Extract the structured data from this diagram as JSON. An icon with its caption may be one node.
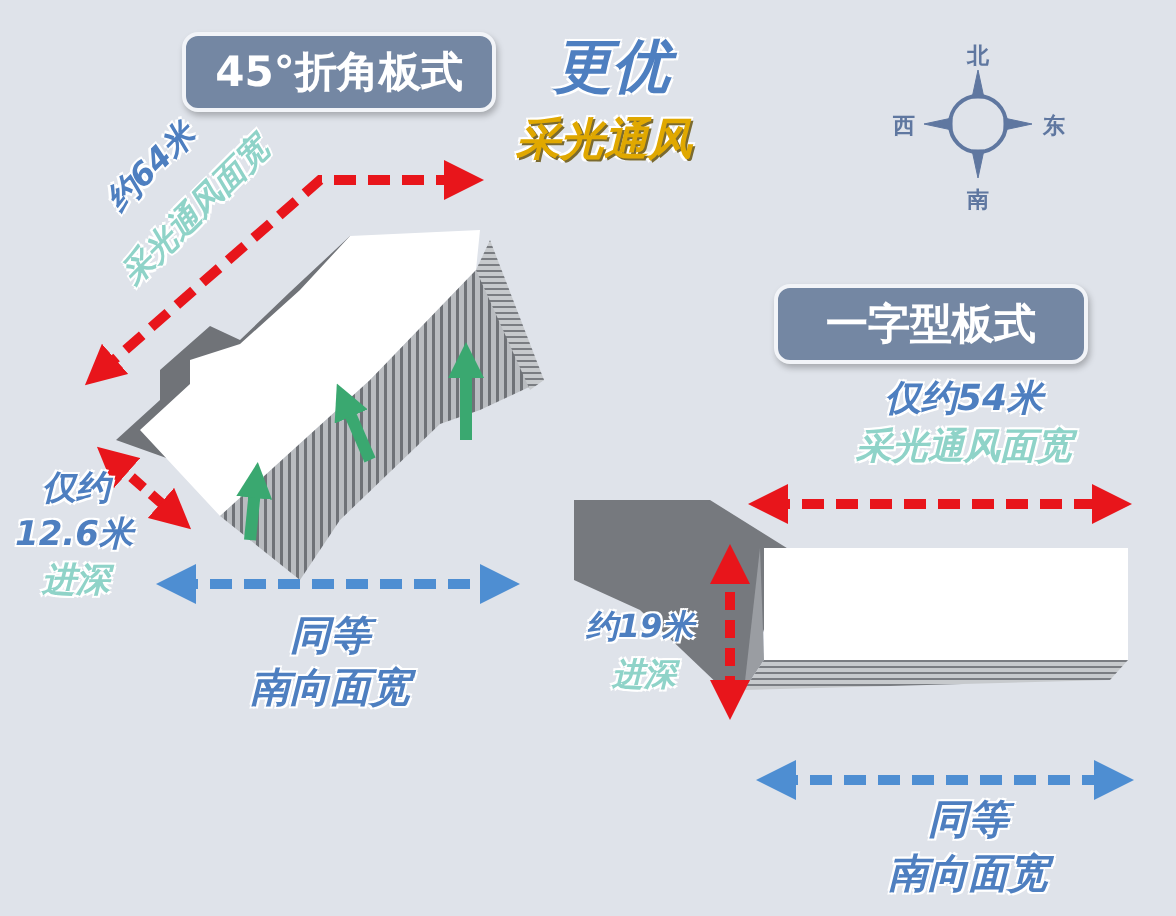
{
  "diagram": {
    "nodes": [
      {
        "text": [
          "45°折角板式"
        ]
      },
      {
        "text": [
          "一字型板式"
        ]
      }
    ],
    "labels": [
      "更优",
      "采光通风",
      "北",
      "西",
      "东",
      "南",
      "约64米",
      "采光通风面宽",
      "仅约",
      "12.6米",
      "进深",
      "同等",
      "南向面宽",
      "仅约54米",
      "采光通风面宽",
      "约19米",
      "进深",
      "同等",
      "南向面宽"
    ]
  }
}
